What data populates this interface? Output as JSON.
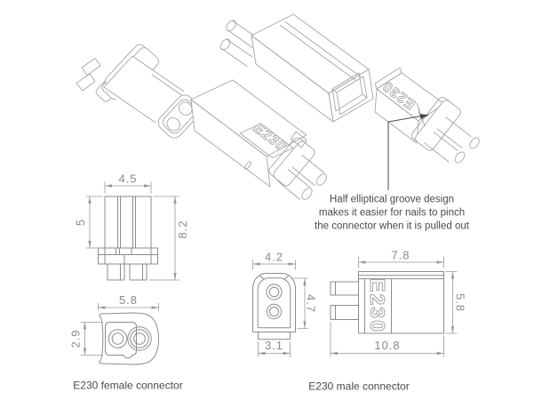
{
  "page": {
    "background_color": "#ffffff"
  },
  "colors": {
    "drawing_line": "#a6a6a6",
    "solid_line": "#8c8c8c",
    "dimension_line": "#9a9a9a",
    "dimension_text": "#8a8a8a",
    "label_text": "#4a4a4a"
  },
  "isometric_views": {
    "male_body_label": "E230",
    "grooved_body_label": "E230",
    "annotation": {
      "line1": "Half elliptical groove design",
      "line2": "makes it easier for nails to pinch",
      "line3": "the connector when it is pulled out"
    }
  },
  "female_connector": {
    "caption": "E230 female connector",
    "side_view": {
      "width": "4.5",
      "body_height": "5",
      "total_height": "8.2"
    },
    "front_view": {
      "width": "5.8",
      "height": "2.9"
    }
  },
  "male_connector": {
    "caption": "E230 male connector",
    "front_view": {
      "width": "4.2",
      "height": "4.7",
      "tongue_width": "3.1"
    },
    "side_view": {
      "body_width": "7.8",
      "height": "5.8",
      "total_width": "10.8",
      "body_label": "E230"
    }
  }
}
